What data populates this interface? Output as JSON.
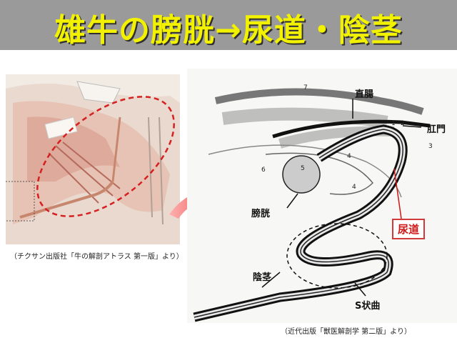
{
  "title": "雄牛の膀胱→尿道・陰茎",
  "left_caption": "（チクサン出版社「牛の解剖アトラス 第一版」より）",
  "right_caption": "（近代出版「獣医解剖学 第二版」より）",
  "labels": {
    "rectum": "直腸",
    "anus": "肛門",
    "bladder": "膀胱",
    "urethra": "尿道",
    "penis": "陰茎",
    "s_curve": "S状曲"
  },
  "numbers": [
    "7",
    "1",
    "2",
    "3",
    "4",
    "5",
    "6",
    "4"
  ],
  "colors": {
    "title_bg": "#9a9a9a",
    "title_text": "#f2f200",
    "highlight": "#d01818"
  }
}
